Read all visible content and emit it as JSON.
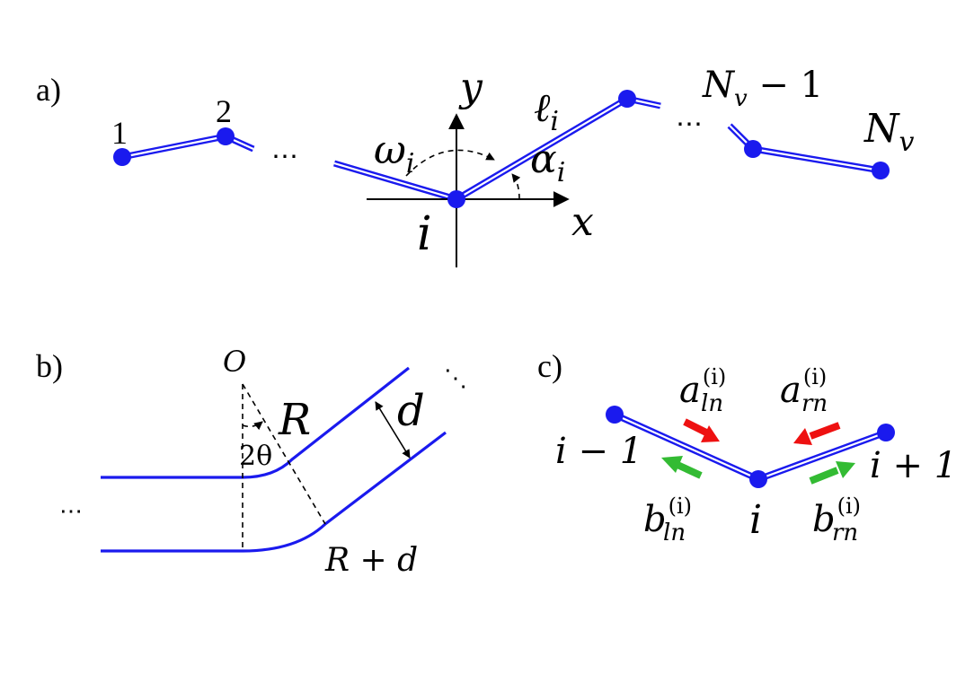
{
  "panel_a": {
    "panel_label": "a)",
    "node_1": "1",
    "node_2": "2",
    "ellipsis_left": "⋯",
    "axis_y": "y",
    "axis_x": "x",
    "omega": "ω",
    "omega_sub": "i",
    "alpha": "α",
    "alpha_sub": "i",
    "ell": "ℓ",
    "ell_sub": "i",
    "node_i": "i",
    "ellipsis_right": "⋯",
    "nv_minus_one_base": "N",
    "nv_minus_one_sub": "v",
    "nv_minus_one_rest": " − 1",
    "nv_base": "N",
    "nv_sub": "v"
  },
  "panel_b": {
    "panel_label": "b)",
    "center": "O",
    "radius": "R",
    "angle": "2θ",
    "width": "d",
    "outer_radius": "R + d",
    "ellipsis_left": "⋯",
    "ellipsis_right": "⋱"
  },
  "panel_c": {
    "panel_label": "c)",
    "left_node": "i − 1",
    "center_node": "i",
    "right_node": "i + 1",
    "a_ln_base": "a",
    "a_ln_sup": "(i)",
    "a_ln_sub": "ln",
    "a_rn_base": "a",
    "a_rn_sup": "(i)",
    "a_rn_sub": "rn",
    "b_ln_base": "b",
    "b_ln_sup": "(i)",
    "b_ln_sub": "ln",
    "b_rn_base": "b",
    "b_rn_sup": "(i)",
    "b_rn_sub": "rn"
  },
  "colors": {
    "wire": "#1a1aee",
    "incoming_arrow": "#ee1111",
    "outgoing_arrow": "#33bb33"
  }
}
